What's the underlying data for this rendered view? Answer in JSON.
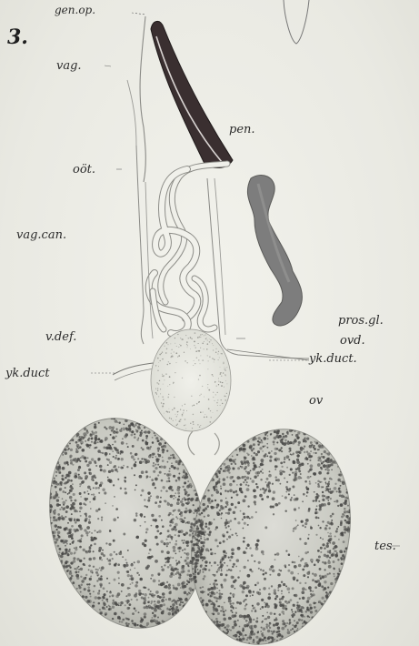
{
  "figure_number": "3.",
  "labels": {
    "gen_op": "gen.op.",
    "vag": "vag.",
    "pen": "pen.",
    "oot": "oöt.",
    "vag_can": "vag.can.",
    "pros_gl": "pros.gl.",
    "v_def": "v.def.",
    "ovd": "ovd.",
    "yk_duct_right": "yk.duct.",
    "yk_duct_left": "yk.duct",
    "ov": "ov",
    "tes": "tes."
  },
  "colors": {
    "paper": "#ecece6",
    "ink": "#2b2b2b",
    "penis": "#3a2f30",
    "prostate": "#7d7d7d",
    "testis_fill": "#cfd0c8",
    "testis_dots": "#4a4a48"
  }
}
